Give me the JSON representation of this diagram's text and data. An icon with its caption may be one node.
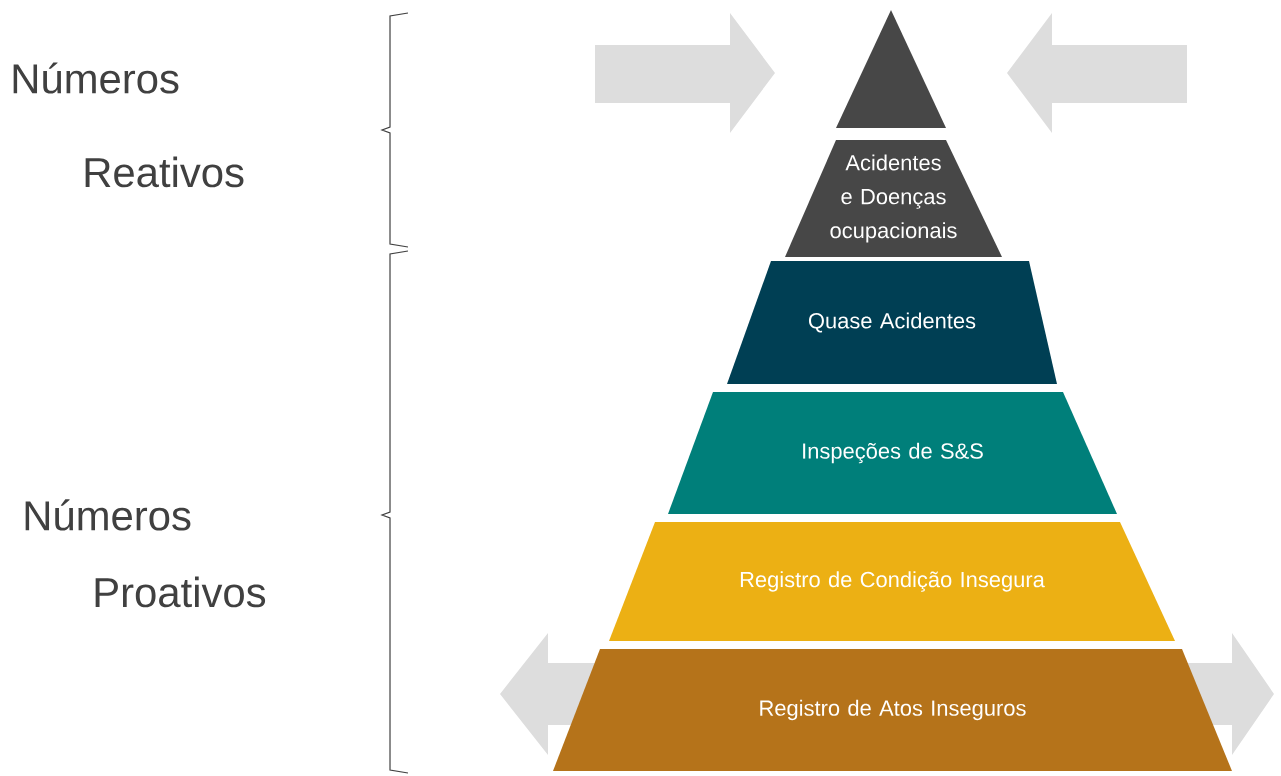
{
  "diagram": {
    "nodes": [
      {
        "text": [],
        "shape": "triangle"
      },
      {
        "text": [
          "Acidentes e Doenças ocupacionais"
        ]
      },
      {
        "text": [
          "Quase Acidentes"
        ]
      },
      {
        "text": [
          "Inspeções de S&S"
        ]
      },
      {
        "text": [
          "Registro de Condição Insegura"
        ]
      },
      {
        "text": [
          "Registro de Atos Inseguros"
        ]
      }
    ],
    "labels": [
      "Números",
      "Reativos",
      "Números",
      "Proativos"
    ]
  }
}
